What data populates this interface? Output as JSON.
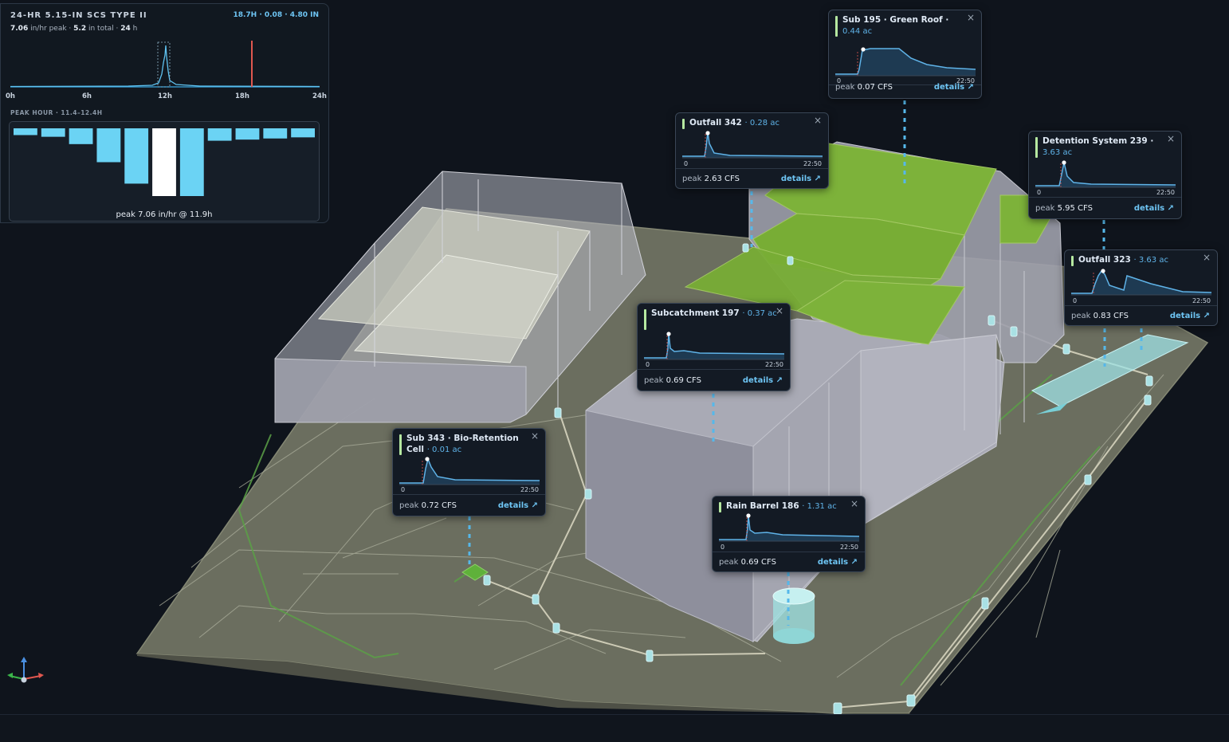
{
  "rain_panel": {
    "title": "24-HR 5.15-IN SCS TYPE II",
    "stats": "18.7H · 0.08 · 4.80 IN",
    "peak_value": "7.06",
    "peak_unit": " in/hr peak · ",
    "total_value": "5.2",
    "total_unit": " in total · ",
    "duration_value": "24",
    "duration_unit": " h",
    "ticks": [
      "0h",
      "6h",
      "12h",
      "18h",
      "24h"
    ],
    "peak_hour_label": "PEAK HOUR · 11.4–12.4H",
    "peak_caption": "peak 7.06 in/hr @ 11.9h",
    "peak_hour_bars": [
      0.12,
      0.15,
      0.28,
      0.6,
      0.98,
      1.0,
      1.2,
      0.22,
      0.2,
      0.18,
      0.16
    ]
  },
  "cards": [
    {
      "title": "Sub 195 · Green Roof ·",
      "area": "0.44 ac",
      "end_label": "22:50",
      "start_label": "0",
      "peak_prefix": "peak ",
      "peak_value": "0.07 CFS",
      "details": "details ↗",
      "close": "×"
    },
    {
      "title": "Outfall 342",
      "area": "· 0.28 ac",
      "end_label": "22:50",
      "start_label": "0",
      "peak_prefix": "peak ",
      "peak_value": "2.63 CFS",
      "details": "details ↗",
      "close": "×"
    },
    {
      "title": "Detention System 239 ·",
      "area": "3.63 ac",
      "end_label": "22:50",
      "start_label": "0",
      "peak_prefix": "peak ",
      "peak_value": "5.95 CFS",
      "details": "details ↗",
      "close": "×"
    },
    {
      "title": "Outfall 323",
      "area": "· 3.63 ac",
      "end_label": "22:50",
      "start_label": "0",
      "peak_prefix": "peak ",
      "peak_value": "0.83 CFS",
      "details": "details ↗",
      "close": "×"
    },
    {
      "title": "Subcatchment 197",
      "area": "· 0.37 ac",
      "end_label": "22:50",
      "start_label": "0",
      "peak_prefix": "peak ",
      "peak_value": "0.69 CFS",
      "details": "details ↗",
      "close": "×"
    },
    {
      "title": "Sub 343 · Bio-Retention Cell",
      "area": "· 0.01 ac",
      "end_label": "22:50",
      "start_label": "0",
      "peak_prefix": "peak ",
      "peak_value": "0.72 CFS",
      "details": "details ↗",
      "close": "×"
    },
    {
      "title": "Rain Barrel 186",
      "area": "· 1.31 ac",
      "end_label": "22:50",
      "start_label": "0",
      "peak_prefix": "peak ",
      "peak_value": "0.69 CFS",
      "details": "details ↗",
      "close": "×"
    }
  ],
  "colors": {
    "accent_line": "#5fb3e8",
    "card_accent": "#b5e8a0",
    "green_roof": "#7fb33a",
    "ground": "#6d7060",
    "building": "#a8a9b4",
    "bar_fill": "#6bd3f4",
    "peak_bar": "#ffffff",
    "marker_red": "#e0574f"
  }
}
